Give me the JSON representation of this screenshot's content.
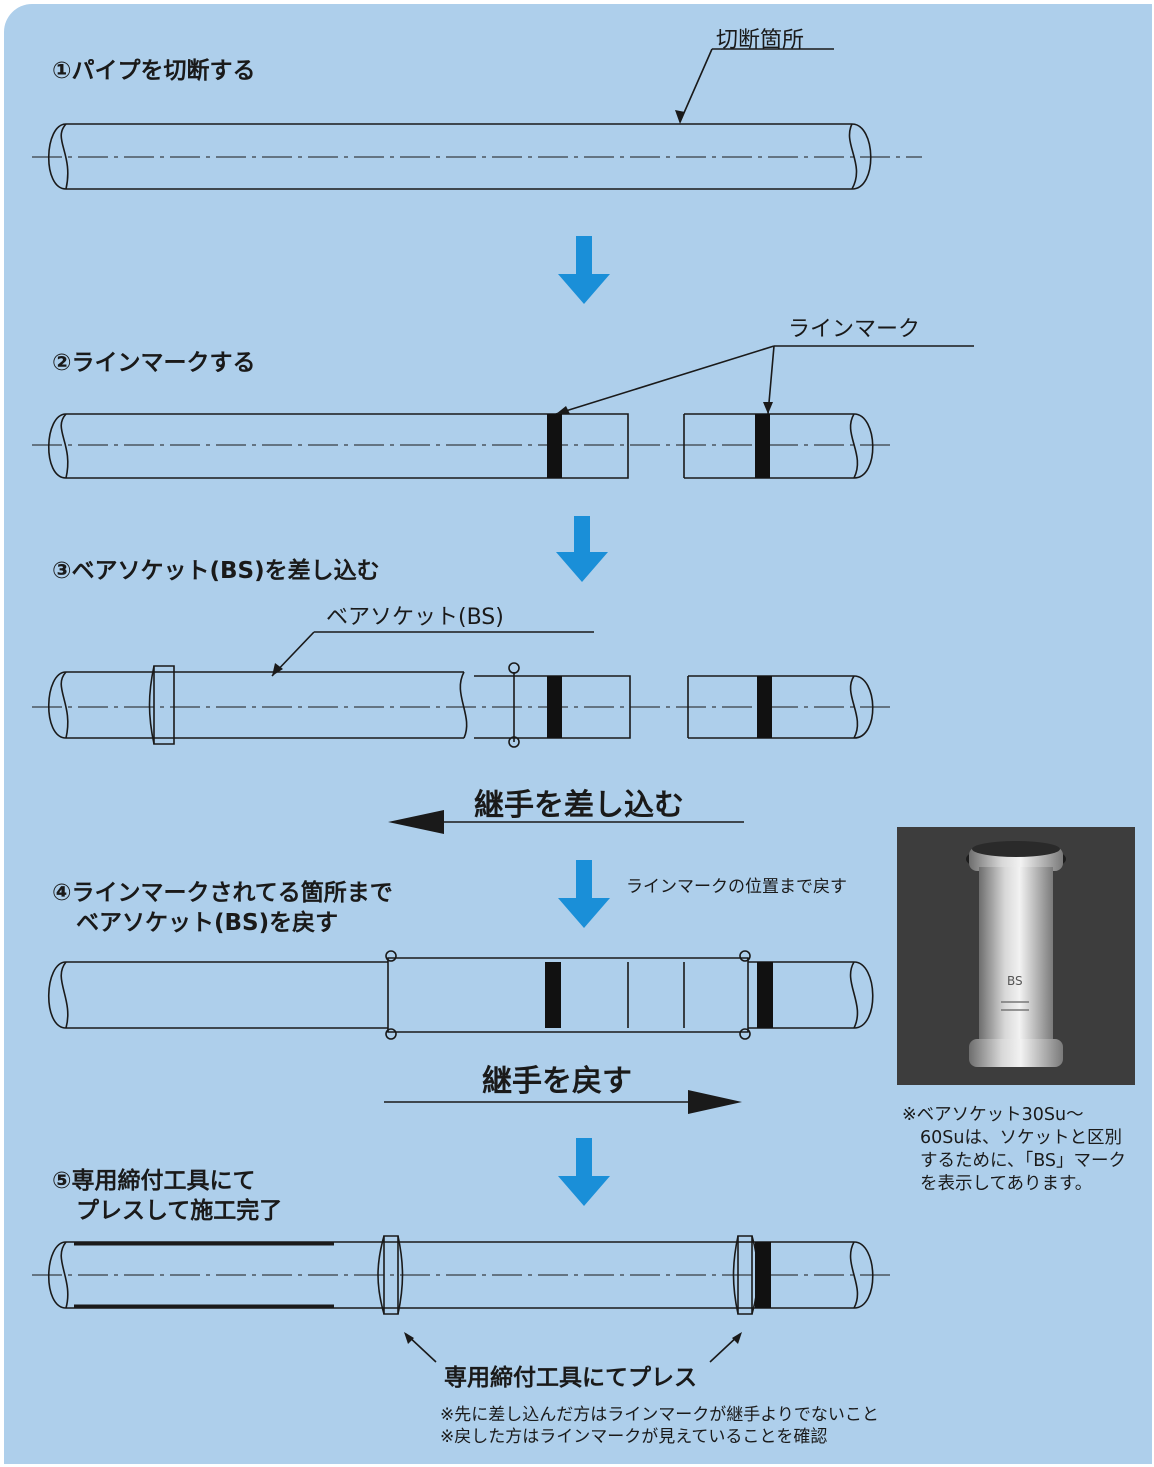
{
  "steps": {
    "s1": "①パイプを切断する",
    "s2": "②ラインマークする",
    "s3": "③ベアソケット(BS)を差し込む",
    "s4_line1": "④ラインマークされてる箇所まで",
    "s4_line2": "ベアソケット(BS)を戻す",
    "s5_line1": "⑤専用締付工具にて",
    "s5_line2": "プレスして施工完了"
  },
  "callouts": {
    "cut_point": "切断箇所",
    "line_mark": "ラインマーク",
    "bare_socket": "ベアソケット(BS)",
    "return_to_mark": "ラインマークの位置まで戻す",
    "press_with_tool": "専用締付工具にてプレス"
  },
  "actions": {
    "insert_fitting": "継手を差し込む",
    "return_fitting": "継手を戻す"
  },
  "notes": {
    "note1": "※先に差し込んだ方はラインマークが継手よりでないこと",
    "note2": "※戻した方はラインマークが見えていることを確認"
  },
  "photo": {
    "marking": "BS",
    "caption_line1": "※ベアソケット30Su～",
    "caption_line2": "60Suは、ソケットと区別",
    "caption_line3": "するために、「BS」マーク",
    "caption_line4": "を表示してあります。"
  },
  "colors": {
    "background": "#aecfeb",
    "flow_arrow": "#1a8fd8",
    "line_mark": "#111111"
  }
}
